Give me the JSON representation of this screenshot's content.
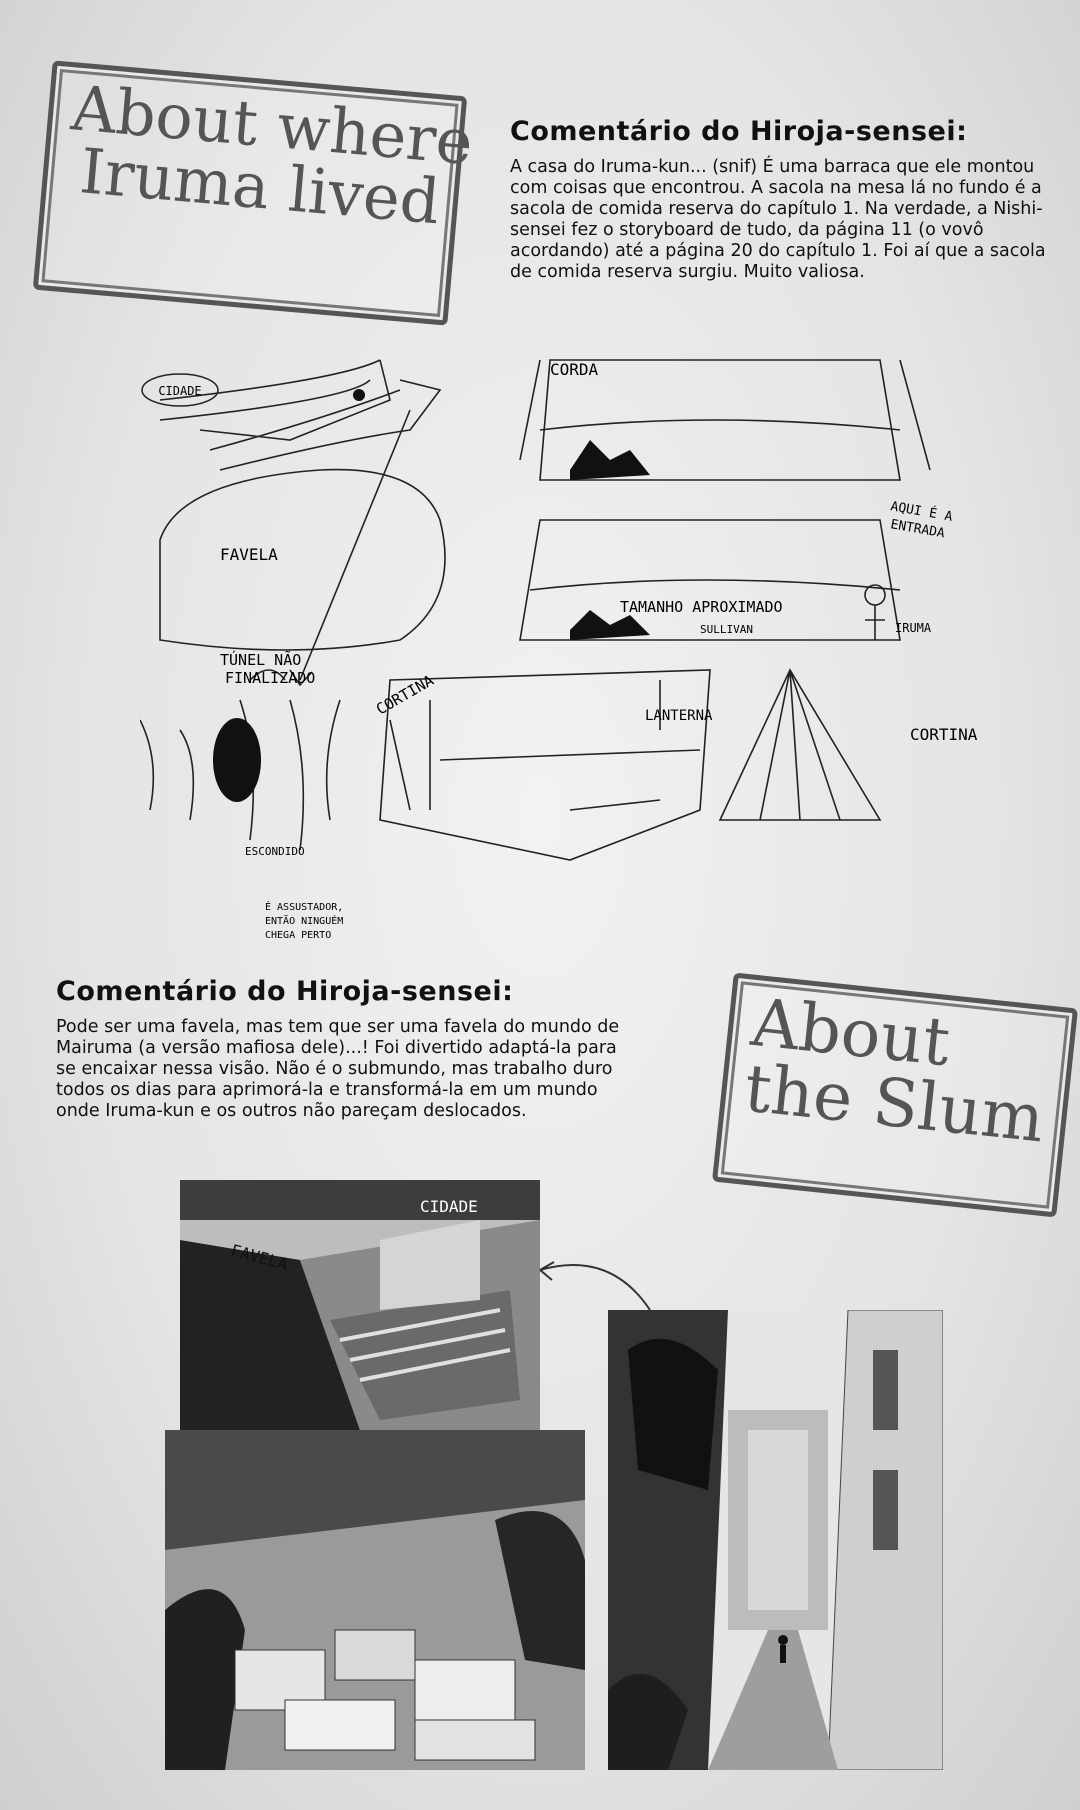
{
  "stamps": {
    "top": {
      "line1": "About where",
      "line2": "Iruma lived"
    },
    "bottom": {
      "line1": "About",
      "line2": "the Slum"
    }
  },
  "comment1": {
    "title": "Comentário do Hiroja-sensei:",
    "text": "A casa do Iruma-kun... (snif) É uma barraca que ele montou com coisas que encontrou. A sacola na mesa lá no fundo é a sacola de comida reserva do capítulo 1. Na verdade, a Nishi-sensei fez o storyboard de tudo, da página 11 (o vovô acordando) até a página 20 do capítulo 1. Foi aí que a sacola de comida reserva surgiu. Muito valiosa."
  },
  "comment2": {
    "title": "Comentário do Hiroja-sensei:",
    "text": "Pode ser uma favela, mas tem que ser uma favela do mundo de Mairuma (a versão mafiosa dele)...! Foi divertido adaptá-la para se encaixar nessa visão. Não é o submundo, mas trabalho duro todos os dias para aprimorá-la e transformá-la em um mundo onde Iruma-kun e os outros não pareçam deslocados."
  },
  "sketch_labels": {
    "cidade": "CIDADE",
    "favela": "FAVELA",
    "tunel": "TÚNEL NÃO",
    "tunel2": "FINALIZADO",
    "escondido": "ESCONDIDO",
    "assustador1": "É ASSUSTADOR,",
    "assustador2": "ENTÃO NINGUÉM",
    "assustador3": "CHEGA PERTO",
    "cortina_left": "CORTINA",
    "corda": "CORDA",
    "aqui1": "AQUI É A",
    "aqui2": "ENTRADA",
    "tamanho": "TAMANHO APROXIMADO",
    "sullivan": "SULLIVAN",
    "iruma": "IRUMA",
    "cortina_right": "CORTINA",
    "lanterna": "LANTERNA"
  },
  "photo_labels": {
    "favela": "FAVELA",
    "cidade": "CIDADE"
  }
}
